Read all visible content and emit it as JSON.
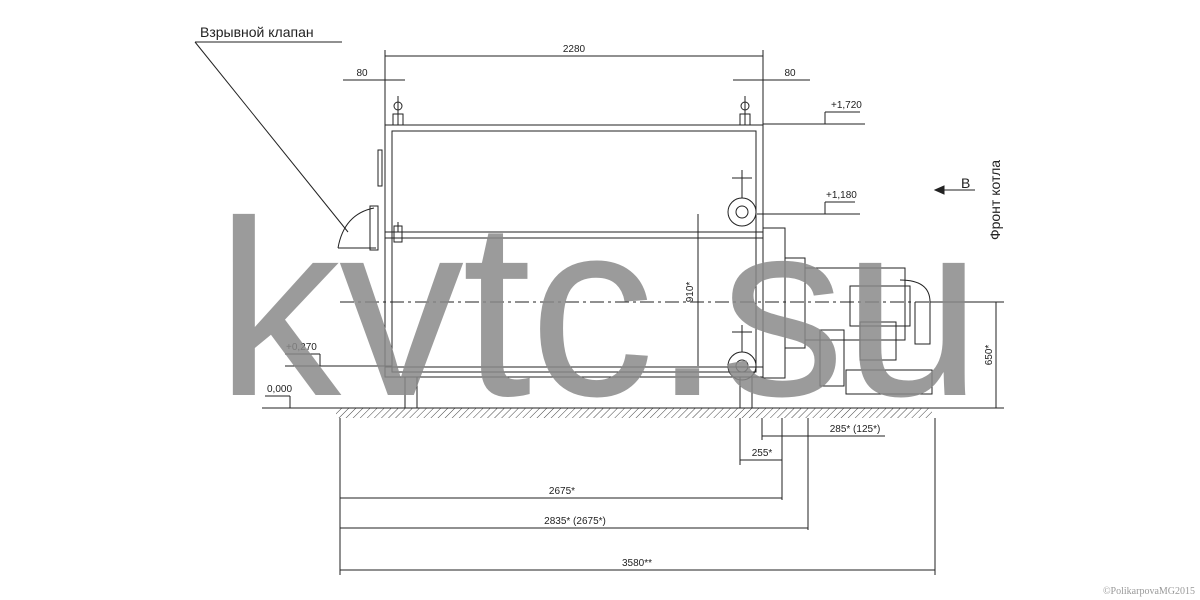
{
  "leader": {
    "label": "Взрывной клапан"
  },
  "front": {
    "label": "Фронт котла",
    "view_letter": "В"
  },
  "dimensions": {
    "top_width": "2280",
    "left_offset": "80",
    "right_offset": "80",
    "height_910": "910*",
    "height_650": "650*",
    "burner_offset": "285* (125*)",
    "support_offset": "255*",
    "length_2675": "2675*",
    "length_2835": "2835* (2675*)",
    "length_3580": "3580**"
  },
  "levels": {
    "level_1720": "+1,720",
    "level_1180": "+1,180",
    "level_0270": "+0,270",
    "level_0000": "0,000"
  },
  "watermark": {
    "text": "kvtc.su"
  },
  "copyright": {
    "text": "©PolikarpovaMG2015"
  },
  "colors": {
    "line": "#222222",
    "watermark": "#8a8a8a",
    "copyright": "#999999",
    "background": "#ffffff"
  }
}
